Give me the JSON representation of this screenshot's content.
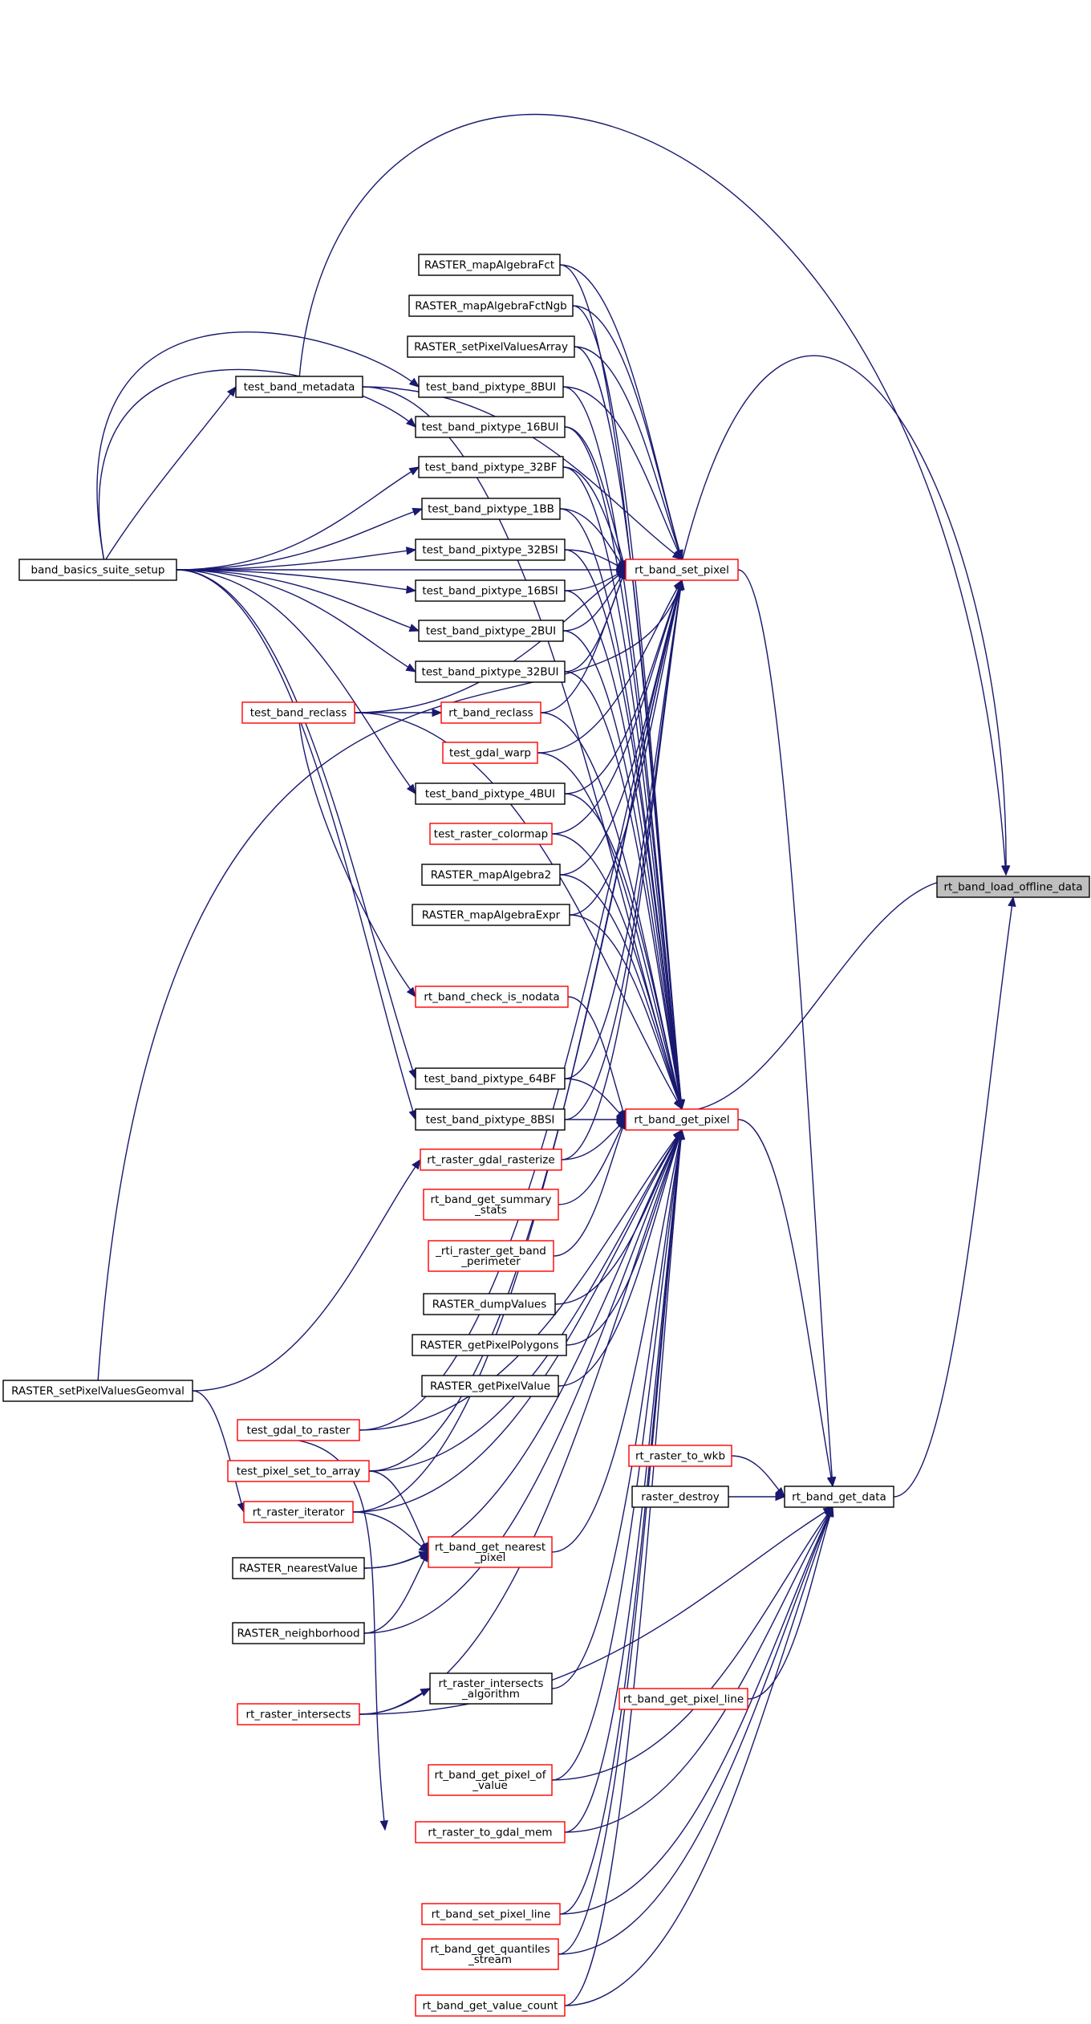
{
  "graph": {
    "title": "",
    "colors": {
      "edge": "#191970",
      "node_border_normal": "#000000",
      "node_border_truncated": "#ff0000",
      "node_fill_focus": "#bfbfbf",
      "node_fill": "#ffffff"
    },
    "nodes": [
      {
        "id": "n_load",
        "lines": [
          "rt_band_load_offline_data"
        ],
        "style": "focus"
      },
      {
        "id": "n_set_pixel",
        "lines": [
          "rt_band_set_pixel"
        ],
        "style": "red"
      },
      {
        "id": "n_get_pixel",
        "lines": [
          "rt_band_get_pixel"
        ],
        "style": "red"
      },
      {
        "id": "n_get_data",
        "lines": [
          "rt_band_get_data"
        ],
        "style": "black"
      },
      {
        "id": "n_bbss",
        "lines": [
          "band_basics_suite_setup"
        ],
        "style": "black"
      },
      {
        "id": "n_metadata",
        "lines": [
          "test_band_metadata"
        ],
        "style": "black"
      },
      {
        "id": "n_test_reclass",
        "lines": [
          "test_band_reclass"
        ],
        "style": "red"
      },
      {
        "id": "n_mafct",
        "lines": [
          "RASTER_mapAlgebraFct"
        ],
        "style": "black"
      },
      {
        "id": "n_mafctngb",
        "lines": [
          "RASTER_mapAlgebraFctNgb"
        ],
        "style": "black"
      },
      {
        "id": "n_spva",
        "lines": [
          "RASTER_setPixelValuesArray"
        ],
        "style": "black"
      },
      {
        "id": "n_8bui",
        "lines": [
          "test_band_pixtype_8BUI"
        ],
        "style": "black"
      },
      {
        "id": "n_16bui",
        "lines": [
          "test_band_pixtype_16BUI"
        ],
        "style": "black"
      },
      {
        "id": "n_32bf",
        "lines": [
          "test_band_pixtype_32BF"
        ],
        "style": "black"
      },
      {
        "id": "n_1bb",
        "lines": [
          "test_band_pixtype_1BB"
        ],
        "style": "black"
      },
      {
        "id": "n_32bsi",
        "lines": [
          "test_band_pixtype_32BSI"
        ],
        "style": "black"
      },
      {
        "id": "n_16bsi",
        "lines": [
          "test_band_pixtype_16BSI"
        ],
        "style": "black"
      },
      {
        "id": "n_2bui",
        "lines": [
          "test_band_pixtype_2BUI"
        ],
        "style": "black"
      },
      {
        "id": "n_32bui",
        "lines": [
          "test_band_pixtype_32BUI"
        ],
        "style": "black"
      },
      {
        "id": "n_rt_reclass",
        "lines": [
          "rt_band_reclass"
        ],
        "style": "red"
      },
      {
        "id": "n_gdal_warp",
        "lines": [
          "test_gdal_warp"
        ],
        "style": "red"
      },
      {
        "id": "n_4bui",
        "lines": [
          "test_band_pixtype_4BUI"
        ],
        "style": "black"
      },
      {
        "id": "n_colormap",
        "lines": [
          "test_raster_colormap"
        ],
        "style": "red"
      },
      {
        "id": "n_ma2",
        "lines": [
          "RASTER_mapAlgebra2"
        ],
        "style": "black"
      },
      {
        "id": "n_maexpr",
        "lines": [
          "RASTER_mapAlgebraExpr"
        ],
        "style": "black"
      },
      {
        "id": "n_nodata",
        "lines": [
          "rt_band_check_is_nodata"
        ],
        "style": "red"
      },
      {
        "id": "n_64bf",
        "lines": [
          "test_band_pixtype_64BF"
        ],
        "style": "black"
      },
      {
        "id": "n_8bsi",
        "lines": [
          "test_band_pixtype_8BSI"
        ],
        "style": "black"
      },
      {
        "id": "n_rasterize",
        "lines": [
          "rt_raster_gdal_rasterize"
        ],
        "style": "red"
      },
      {
        "id": "n_summary",
        "lines": [
          "rt_band_get_summary",
          "_stats"
        ],
        "style": "red"
      },
      {
        "id": "n_perimeter",
        "lines": [
          "_rti_raster_get_band",
          "_perimeter"
        ],
        "style": "red"
      },
      {
        "id": "n_dump",
        "lines": [
          "RASTER_dumpValues"
        ],
        "style": "black"
      },
      {
        "id": "n_polygons",
        "lines": [
          "RASTER_getPixelPolygons"
        ],
        "style": "black"
      },
      {
        "id": "n_getpv",
        "lines": [
          "RASTER_getPixelValue"
        ],
        "style": "black"
      },
      {
        "id": "n_geomval",
        "lines": [
          "RASTER_setPixelValuesGeomval"
        ],
        "style": "black"
      },
      {
        "id": "n_gdal_to_raster",
        "lines": [
          "test_gdal_to_raster"
        ],
        "style": "red"
      },
      {
        "id": "n_wkb",
        "lines": [
          "rt_raster_to_wkb"
        ],
        "style": "red"
      },
      {
        "id": "n_pset_array",
        "lines": [
          "test_pixel_set_to_array"
        ],
        "style": "red"
      },
      {
        "id": "n_destroy",
        "lines": [
          "raster_destroy"
        ],
        "style": "black"
      },
      {
        "id": "n_iterator",
        "lines": [
          "rt_raster_iterator"
        ],
        "style": "red"
      },
      {
        "id": "n_nearest",
        "lines": [
          "rt_band_get_nearest",
          "_pixel"
        ],
        "style": "red"
      },
      {
        "id": "n_nearestvalue",
        "lines": [
          "RASTER_nearestValue"
        ],
        "style": "black"
      },
      {
        "id": "n_neighborhood",
        "lines": [
          "RASTER_neighborhood"
        ],
        "style": "black"
      },
      {
        "id": "n_intalg",
        "lines": [
          "rt_raster_intersects",
          "_algorithm"
        ],
        "style": "black"
      },
      {
        "id": "n_intersects",
        "lines": [
          "rt_raster_intersects"
        ],
        "style": "red"
      },
      {
        "id": "n_pixel_line",
        "lines": [
          "rt_band_get_pixel_line"
        ],
        "style": "red"
      },
      {
        "id": "n_pixel_of_value",
        "lines": [
          "rt_band_get_pixel_of",
          "_value"
        ],
        "style": "red"
      },
      {
        "id": "n_gdal_mem",
        "lines": [
          "rt_raster_to_gdal_mem"
        ],
        "style": "red"
      },
      {
        "id": "n_set_pixel_line",
        "lines": [
          "rt_band_set_pixel_line"
        ],
        "style": "red"
      },
      {
        "id": "n_quantiles",
        "lines": [
          "rt_band_get_quantiles",
          "_stream"
        ],
        "style": "red"
      },
      {
        "id": "n_value_count",
        "lines": [
          "rt_band_get_value_count"
        ],
        "style": "red"
      }
    ],
    "edges": [
      [
        "n_set_pixel",
        "n_load"
      ],
      [
        "n_get_pixel",
        "n_load"
      ],
      [
        "n_get_data",
        "n_load"
      ],
      [
        "n_metadata",
        "n_load"
      ],
      [
        "n_get_pixel",
        "n_get_data"
      ],
      [
        "n_set_pixel",
        "n_get_data"
      ],
      [
        "n_wkb",
        "n_get_data"
      ],
      [
        "n_destroy",
        "n_get_data"
      ],
      [
        "n_pixel_line",
        "n_get_data"
      ],
      [
        "n_intersects",
        "n_get_data"
      ],
      [
        "n_set_pixel_line",
        "n_get_data"
      ],
      [
        "n_quantiles",
        "n_get_data"
      ],
      [
        "n_value_count",
        "n_get_data"
      ],
      [
        "n_gdal_mem",
        "n_get_data"
      ],
      [
        "n_pixel_of_value",
        "n_get_data"
      ],
      [
        "n_bbss",
        "n_metadata"
      ],
      [
        "n_bbss",
        "n_8bui"
      ],
      [
        "n_bbss",
        "n_16bui"
      ],
      [
        "n_bbss",
        "n_32bf"
      ],
      [
        "n_bbss",
        "n_1bb"
      ],
      [
        "n_bbss",
        "n_32bsi"
      ],
      [
        "n_bbss",
        "n_16bsi"
      ],
      [
        "n_bbss",
        "n_2bui"
      ],
      [
        "n_bbss",
        "n_32bui"
      ],
      [
        "n_bbss",
        "n_4bui"
      ],
      [
        "n_bbss",
        "n_64bf"
      ],
      [
        "n_bbss",
        "n_8bsi"
      ],
      [
        "n_test_reclass",
        "n_rt_reclass"
      ],
      [
        "n_test_reclass",
        "n_nodata"
      ],
      [
        "n_mafct",
        "n_set_pixel"
      ],
      [
        "n_mafctngb",
        "n_set_pixel"
      ],
      [
        "n_spva",
        "n_set_pixel"
      ],
      [
        "n_8bui",
        "n_set_pixel"
      ],
      [
        "n_16bui",
        "n_set_pixel"
      ],
      [
        "n_32bf",
        "n_set_pixel"
      ],
      [
        "n_1bb",
        "n_set_pixel"
      ],
      [
        "n_32bsi",
        "n_set_pixel"
      ],
      [
        "n_16bsi",
        "n_set_pixel"
      ],
      [
        "n_2bui",
        "n_set_pixel"
      ],
      [
        "n_32bui",
        "n_set_pixel"
      ],
      [
        "n_rt_reclass",
        "n_set_pixel"
      ],
      [
        "n_gdal_warp",
        "n_set_pixel"
      ],
      [
        "n_4bui",
        "n_set_pixel"
      ],
      [
        "n_colormap",
        "n_set_pixel"
      ],
      [
        "n_ma2",
        "n_set_pixel"
      ],
      [
        "n_maexpr",
        "n_set_pixel"
      ],
      [
        "n_64bf",
        "n_set_pixel"
      ],
      [
        "n_8bsi",
        "n_set_pixel"
      ],
      [
        "n_rasterize",
        "n_set_pixel"
      ],
      [
        "n_metadata",
        "n_set_pixel"
      ],
      [
        "n_test_reclass",
        "n_set_pixel"
      ],
      [
        "n_gdal_to_raster",
        "n_set_pixel"
      ],
      [
        "n_pset_array",
        "n_set_pixel"
      ],
      [
        "n_iterator",
        "n_set_pixel"
      ],
      [
        "n_geomval",
        "n_set_pixel"
      ],
      [
        "n_bbss",
        "n_set_pixel"
      ],
      [
        "n_mafct",
        "n_get_pixel"
      ],
      [
        "n_mafctngb",
        "n_get_pixel"
      ],
      [
        "n_spva",
        "n_get_pixel"
      ],
      [
        "n_8bui",
        "n_get_pixel"
      ],
      [
        "n_16bui",
        "n_get_pixel"
      ],
      [
        "n_32bf",
        "n_get_pixel"
      ],
      [
        "n_1bb",
        "n_get_pixel"
      ],
      [
        "n_32bsi",
        "n_get_pixel"
      ],
      [
        "n_16bsi",
        "n_get_pixel"
      ],
      [
        "n_2bui",
        "n_get_pixel"
      ],
      [
        "n_32bui",
        "n_get_pixel"
      ],
      [
        "n_rt_reclass",
        "n_get_pixel"
      ],
      [
        "n_gdal_warp",
        "n_get_pixel"
      ],
      [
        "n_4bui",
        "n_get_pixel"
      ],
      [
        "n_colormap",
        "n_get_pixel"
      ],
      [
        "n_ma2",
        "n_get_pixel"
      ],
      [
        "n_maexpr",
        "n_get_pixel"
      ],
      [
        "n_nodata",
        "n_get_pixel"
      ],
      [
        "n_64bf",
        "n_get_pixel"
      ],
      [
        "n_8bsi",
        "n_get_pixel"
      ],
      [
        "n_rasterize",
        "n_get_pixel"
      ],
      [
        "n_summary",
        "n_get_pixel"
      ],
      [
        "n_perimeter",
        "n_get_pixel"
      ],
      [
        "n_dump",
        "n_get_pixel"
      ],
      [
        "n_polygons",
        "n_get_pixel"
      ],
      [
        "n_getpv",
        "n_get_pixel"
      ],
      [
        "n_metadata",
        "n_get_pixel"
      ],
      [
        "n_test_reclass",
        "n_get_pixel"
      ],
      [
        "n_gdal_to_raster",
        "n_get_pixel"
      ],
      [
        "n_pset_array",
        "n_get_pixel"
      ],
      [
        "n_iterator",
        "n_get_pixel"
      ],
      [
        "n_nearest",
        "n_get_pixel"
      ],
      [
        "n_nearestvalue",
        "n_get_pixel"
      ],
      [
        "n_neighborhood",
        "n_get_pixel"
      ],
      [
        "n_intalg",
        "n_get_pixel"
      ],
      [
        "n_intersects",
        "n_get_pixel"
      ],
      [
        "n_pixel_of_value",
        "n_get_pixel"
      ],
      [
        "n_gdal_mem",
        "n_get_pixel"
      ],
      [
        "n_set_pixel_line",
        "n_get_pixel"
      ],
      [
        "n_quantiles",
        "n_get_pixel"
      ],
      [
        "n_value_count",
        "n_get_pixel"
      ],
      [
        "n_geomval",
        "n_rasterize"
      ],
      [
        "n_geomval",
        "n_iterator"
      ],
      [
        "n_pset_array",
        "n_nearest"
      ],
      [
        "n_iterator",
        "n_nearest"
      ],
      [
        "n_nearestvalue",
        "n_nearest"
      ],
      [
        "n_neighborhood",
        "n_nearest"
      ],
      [
        "n_intersects",
        "n_intalg"
      ],
      [
        "n_gdal_to_raster",
        "n_gdal_mem"
      ]
    ]
  }
}
